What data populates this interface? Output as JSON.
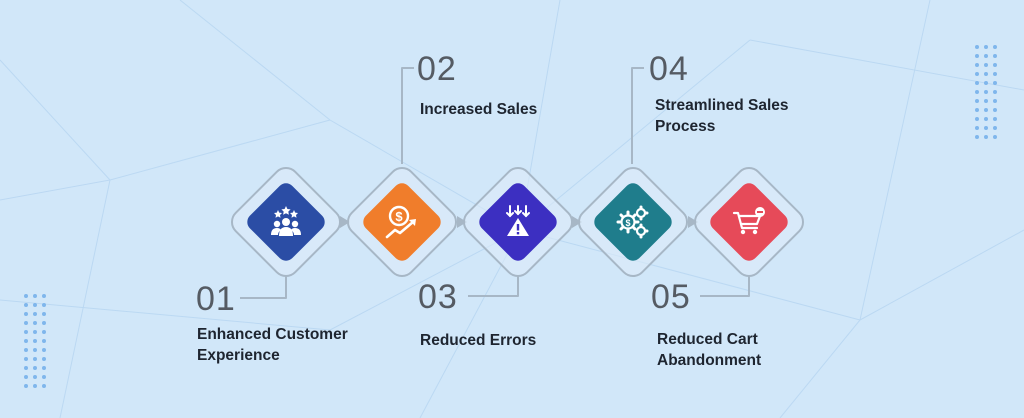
{
  "steps": [
    {
      "number": "01",
      "label_line1": "Enhanced Customer",
      "label_line2": "Experience",
      "color": "#2b4da5",
      "icon": "customer-rating-icon"
    },
    {
      "number": "02",
      "label_line1": "Increased Sales",
      "label_line2": "",
      "color": "#f07d2b",
      "icon": "sales-growth-icon"
    },
    {
      "number": "03",
      "label_line1": "Reduced Errors",
      "label_line2": "",
      "color": "#3c2fc1",
      "icon": "warning-reduction-icon"
    },
    {
      "number": "04",
      "label_line1": "Streamlined Sales",
      "label_line2": "Process",
      "color": "#1f7d8c",
      "icon": "process-gears-icon"
    },
    {
      "number": "05",
      "label_line1": "Reduced Cart",
      "label_line2": "Abandonment",
      "color": "#e64a59",
      "icon": "cart-remove-icon"
    }
  ],
  "colors": {
    "background": "#d1e7f9",
    "connector": "#a7b7c6",
    "number": "#555b63",
    "label": "#1e2530"
  }
}
